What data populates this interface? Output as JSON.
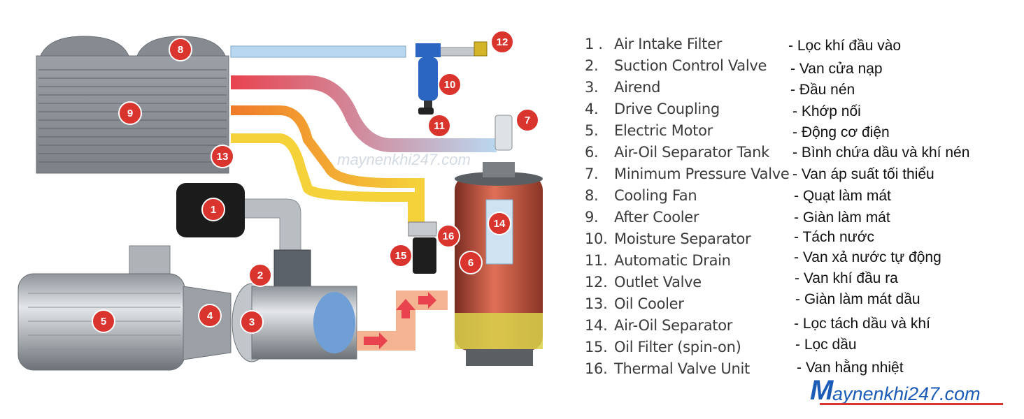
{
  "legend": [
    {
      "num": "1 .",
      "en": "Air Intake Filter",
      "vi": "- Lọc khí đầu vào"
    },
    {
      "num": "2.",
      "en": "Suction Control Valve",
      "vi": "- Van cửa nạp"
    },
    {
      "num": "3.",
      "en": "Airend",
      "vi": "- Đầu nén"
    },
    {
      "num": "4.",
      "en": "Drive Coupling",
      "vi": "- Khớp nối"
    },
    {
      "num": "5.",
      "en": "Electric Motor",
      "vi": "- Động cơ điện"
    },
    {
      "num": "6.",
      "en": "Air-Oil Separator Tank",
      "vi": "- Bình chứa dầu và khí nén"
    },
    {
      "num": "7.",
      "en": "Minimum Pressure Valve",
      "vi": "- Van áp suất tối thiểu"
    },
    {
      "num": "8.",
      "en": "Cooling Fan",
      "vi": "- Quạt làm mát"
    },
    {
      "num": "9.",
      "en": "After Cooler",
      "vi": "- Giàn làm mát"
    },
    {
      "num": "10.",
      "en": "Moisture Separator",
      "vi": "- Tách nước"
    },
    {
      "num": "11.",
      "en": "Automatic Drain",
      "vi": "- Van xả nước tự động"
    },
    {
      "num": "12.",
      "en": "Outlet Valve",
      "vi": "- Van khí đầu ra"
    },
    {
      "num": "13.",
      "en": "Oil Cooler",
      "vi": "- Giàn làm mát dầu"
    },
    {
      "num": "14.",
      "en": "Air-Oil Separator",
      "vi": "- Lọc tách dầu và khí"
    },
    {
      "num": "15.",
      "en": "Oil Filter (spin-on)",
      "vi": "- Lọc dầu"
    },
    {
      "num": "16.",
      "en": "Thermal Valve Unit",
      "vi": "- Van hằng nhiệt"
    }
  ],
  "callouts": [
    "1",
    "2",
    "3",
    "4",
    "5",
    "6",
    "7",
    "8",
    "9",
    "10",
    "11",
    "12",
    "13",
    "14",
    "15",
    "16"
  ],
  "watermark": "maynenkhi247.com",
  "brand": {
    "first_letter": "M",
    "rest": "aynenkhi247.com"
  },
  "colors": {
    "callout": "#d9352e",
    "hot_air": "#e8434f",
    "cold_air": "#b9d8f0",
    "oil": "#f5d23a",
    "tank": "#c9523f",
    "brand": "#1c5bb6"
  },
  "icons": [
    "arrow-icon"
  ]
}
